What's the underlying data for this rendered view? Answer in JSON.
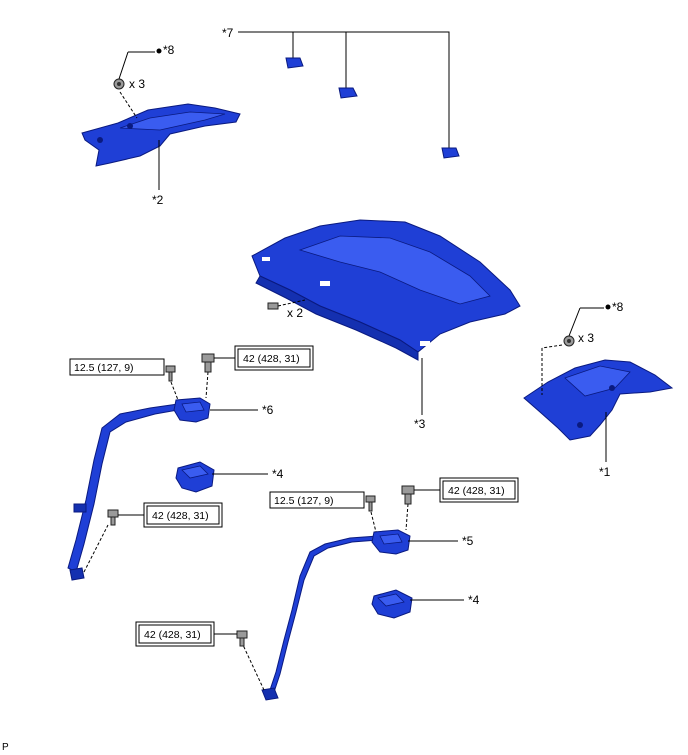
{
  "callouts": {
    "c1": "*1",
    "c2": "*2",
    "c3": "*3",
    "c4a": "*4",
    "c4b": "*4",
    "c5": "*5",
    "c6": "*6",
    "c7": "*7",
    "c8a": "*8",
    "c8b": "*8"
  },
  "quantities": {
    "q_clip_left": "x 3",
    "q_clip_right": "x 3",
    "q_shelf_clip": "x 2"
  },
  "torques": {
    "t_left_upper_small": "12.5 (127, 9)",
    "t_left_upper_big": "42 (428, 31)",
    "t_left_anchor": "42 (428, 31)",
    "t_right_upper_small": "12.5 (127, 9)",
    "t_right_upper_big": "42 (428, 31)",
    "t_right_anchor": "42 (428, 31)"
  },
  "footer": {
    "code": "P"
  },
  "colors": {
    "part_blue": "#1f3fd6",
    "outline": "#0a1a80"
  }
}
